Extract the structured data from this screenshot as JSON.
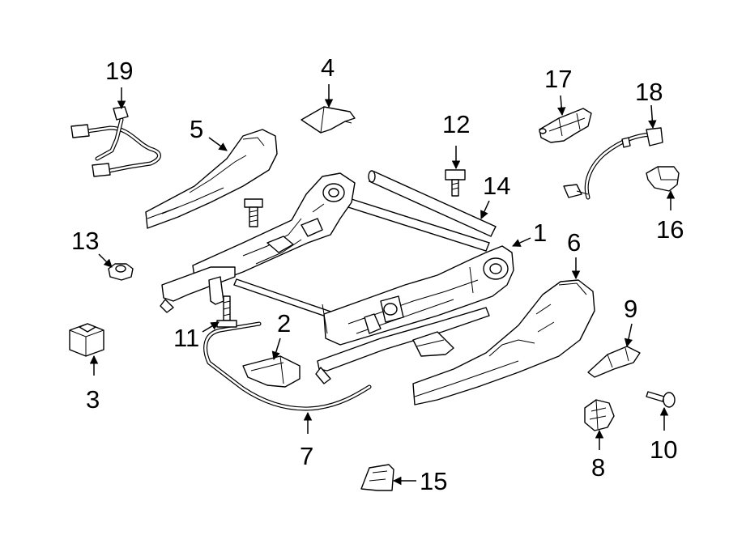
{
  "callouts": [
    {
      "id": "1",
      "text": "1"
    },
    {
      "id": "2",
      "text": "2"
    },
    {
      "id": "3",
      "text": "3"
    },
    {
      "id": "4",
      "text": "4"
    },
    {
      "id": "5",
      "text": "5"
    },
    {
      "id": "6",
      "text": "6"
    },
    {
      "id": "7",
      "text": "7"
    },
    {
      "id": "8",
      "text": "8"
    },
    {
      "id": "9",
      "text": "9"
    },
    {
      "id": "10",
      "text": "10"
    },
    {
      "id": "11",
      "text": "11"
    },
    {
      "id": "12",
      "text": "12"
    },
    {
      "id": "13",
      "text": "13"
    },
    {
      "id": "14",
      "text": "14"
    },
    {
      "id": "15",
      "text": "15"
    },
    {
      "id": "16",
      "text": "16"
    },
    {
      "id": "17",
      "text": "17"
    },
    {
      "id": "18",
      "text": "18"
    },
    {
      "id": "19",
      "text": "19"
    }
  ],
  "colors": {
    "line": "#000000",
    "background": "#ffffff",
    "shade": "#e6e6e6"
  }
}
